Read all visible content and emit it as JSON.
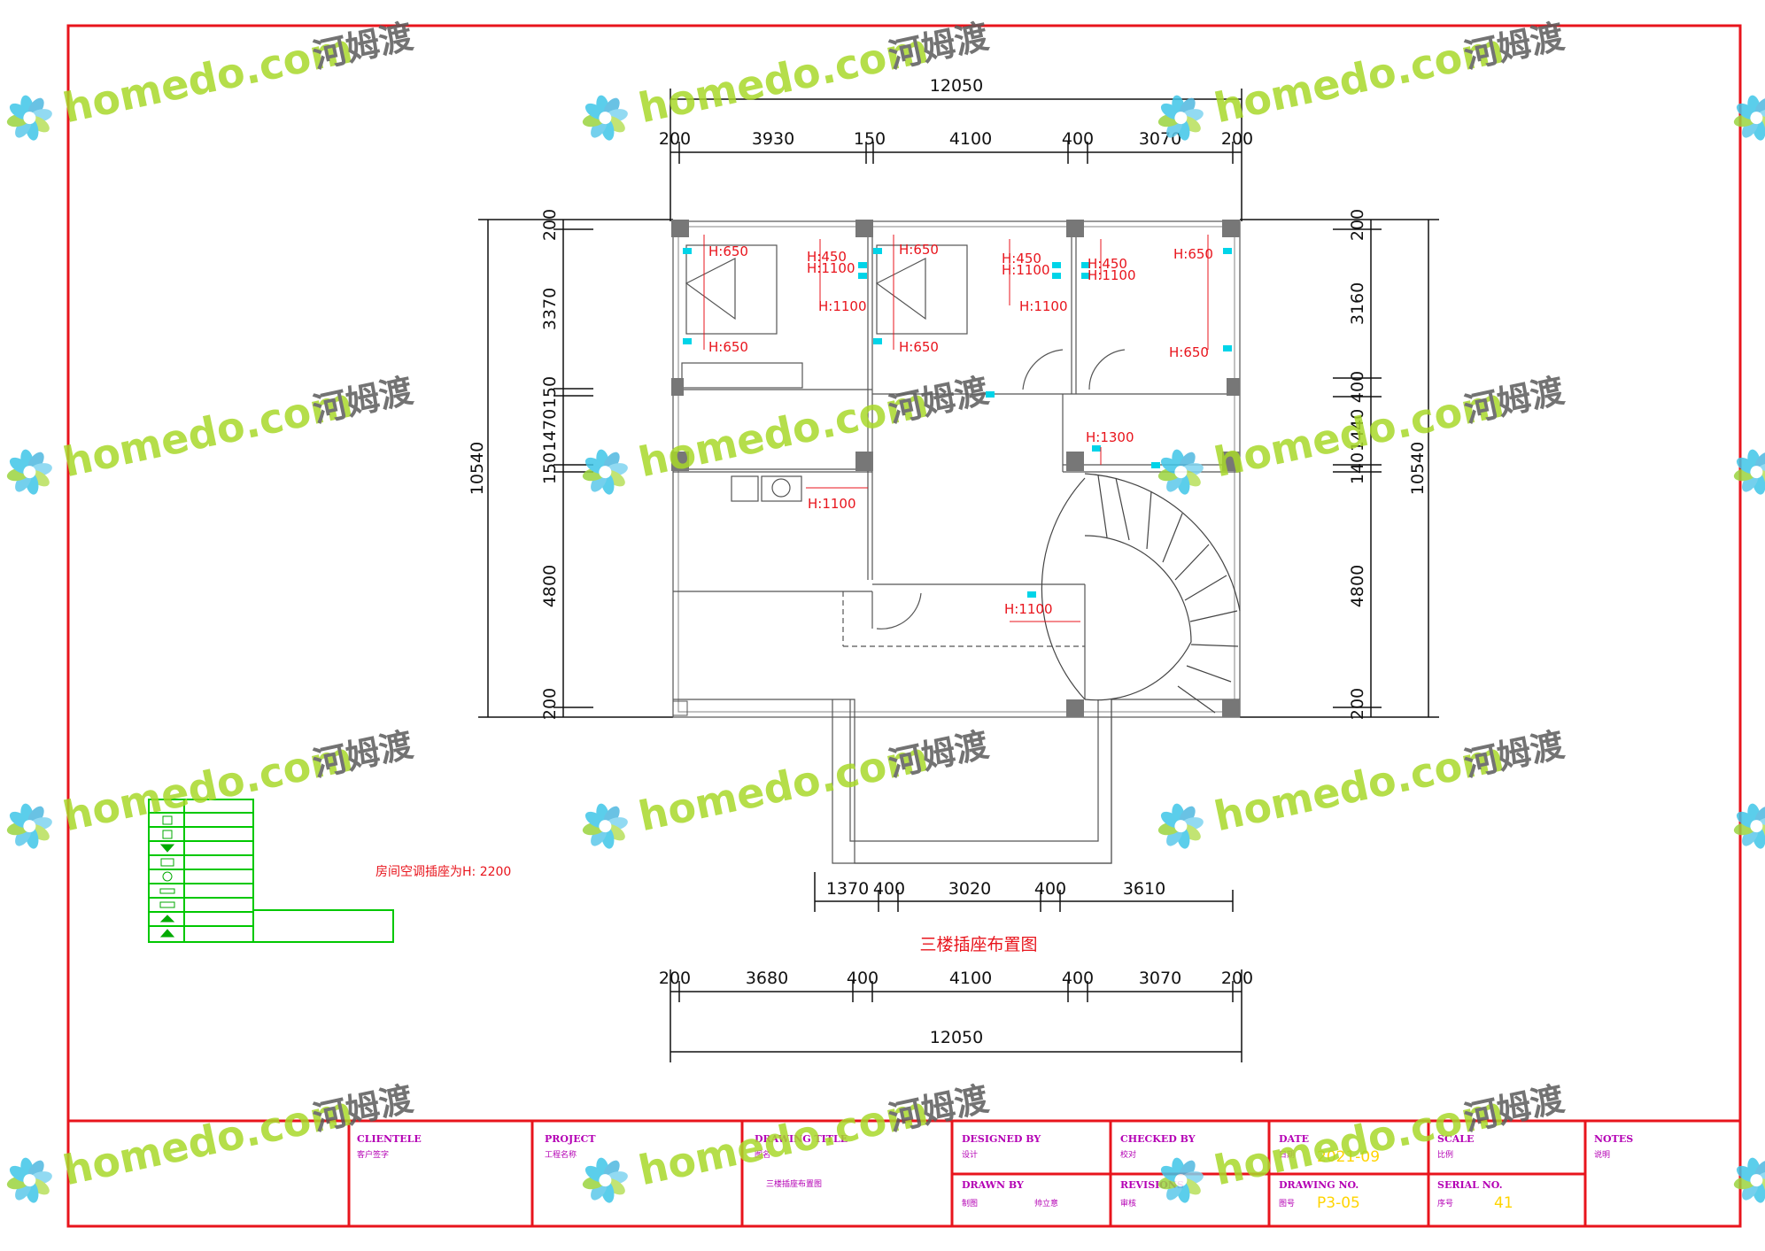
{
  "dims_top": {
    "total": "12050",
    "segments": [
      "200",
      "3930",
      "150",
      "4100",
      "400",
      "3070",
      "200"
    ]
  },
  "dims_bottom": {
    "segments_upper": [
      "1370",
      "400",
      "3020",
      "400",
      "3610"
    ],
    "segments_lower": [
      "200",
      "3680",
      "400",
      "4100",
      "400",
      "3070",
      "200"
    ],
    "total": "12050"
  },
  "dims_left": {
    "total": "10540",
    "segments": [
      "200",
      "3370",
      "150",
      "1470",
      "150",
      "4800",
      "200"
    ]
  },
  "dims_right": {
    "total": "10540",
    "segments": [
      "200",
      "3160",
      "400",
      "1440",
      "140",
      "4800",
      "200"
    ]
  },
  "socket_heights": [
    "H:650",
    "H:650",
    "H:450",
    "H:1100",
    "H:1100",
    "H:650",
    "H:650",
    "H:450",
    "H:1100",
    "H:1100",
    "H:450",
    "H:1100",
    "H:650",
    "H:650",
    "H:1300",
    "H:1100",
    "H:1100"
  ],
  "ac_note": "房间空调插座为H: 2200",
  "plan_title": "三楼插座布置图",
  "title_block": {
    "clientele": {
      "label": "CLIENTELE",
      "sub": "客户签字"
    },
    "project": {
      "label": "PROJECT",
      "sub": "工程名称"
    },
    "drawing_title": {
      "label": "DRAWING TITLE",
      "sub": "图名",
      "value": "三楼插座布置图"
    },
    "designed_by": {
      "label": "DESIGNED BY",
      "sub": "设计"
    },
    "drawn_by": {
      "label": "DRAWN BY",
      "sub": "制图",
      "value": "帅立意"
    },
    "checked_by": {
      "label": "CHECKED BY",
      "sub": "校对"
    },
    "revisions": {
      "label": "REVISIONS",
      "sub": "审核"
    },
    "date": {
      "label": "DATE",
      "sub": "日期",
      "value": "2021-09"
    },
    "drawing_no": {
      "label": "DRAWING NO.",
      "sub": "图号",
      "value": "P3-05"
    },
    "scale": {
      "label": "SCALE",
      "sub": "比例"
    },
    "serial_no": {
      "label": "SERIAL NO.",
      "sub": "序号",
      "value": "41"
    },
    "notes": {
      "label": "NOTES",
      "sub": "说明"
    }
  },
  "watermark": {
    "brand": "homedo.com",
    "cn": "河姆渡"
  },
  "colors": {
    "frame": "#e8141c",
    "socket": "#00d4e8",
    "legend": "#00c800",
    "title_block_text": "#b400b4"
  }
}
